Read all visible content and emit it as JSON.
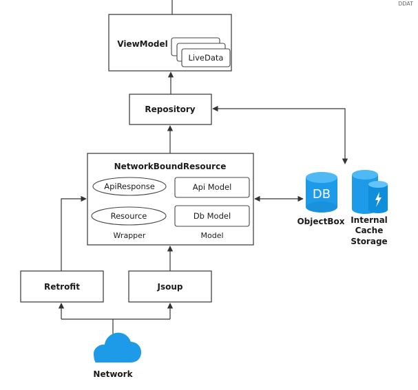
{
  "corner_text": "DDAT",
  "diagram": {
    "viewmodel": {
      "label": "ViewModel",
      "livedata": "LiveData"
    },
    "repository": "Repository",
    "network_bound_resource": {
      "title": "NetworkBoundResource",
      "api_response": "ApiResponse",
      "resource": "Resource",
      "api_model": "Api Model",
      "db_model": "Db Model",
      "wrapper_label": "Wrapper",
      "model_label": "Model"
    },
    "objectbox": {
      "db_label": "DB",
      "label": "ObjectBox"
    },
    "internal_cache": {
      "line1": "Internal",
      "line2": "Cache",
      "line3": "Storage"
    },
    "retrofit": "Retrofit",
    "jsoup": "Jsoup",
    "network": "Network"
  },
  "colors": {
    "accent_blue": "#1e9be8",
    "accent_blue_dark": "#0b75bd",
    "line": "#333333",
    "text": "#1a1a1a"
  }
}
